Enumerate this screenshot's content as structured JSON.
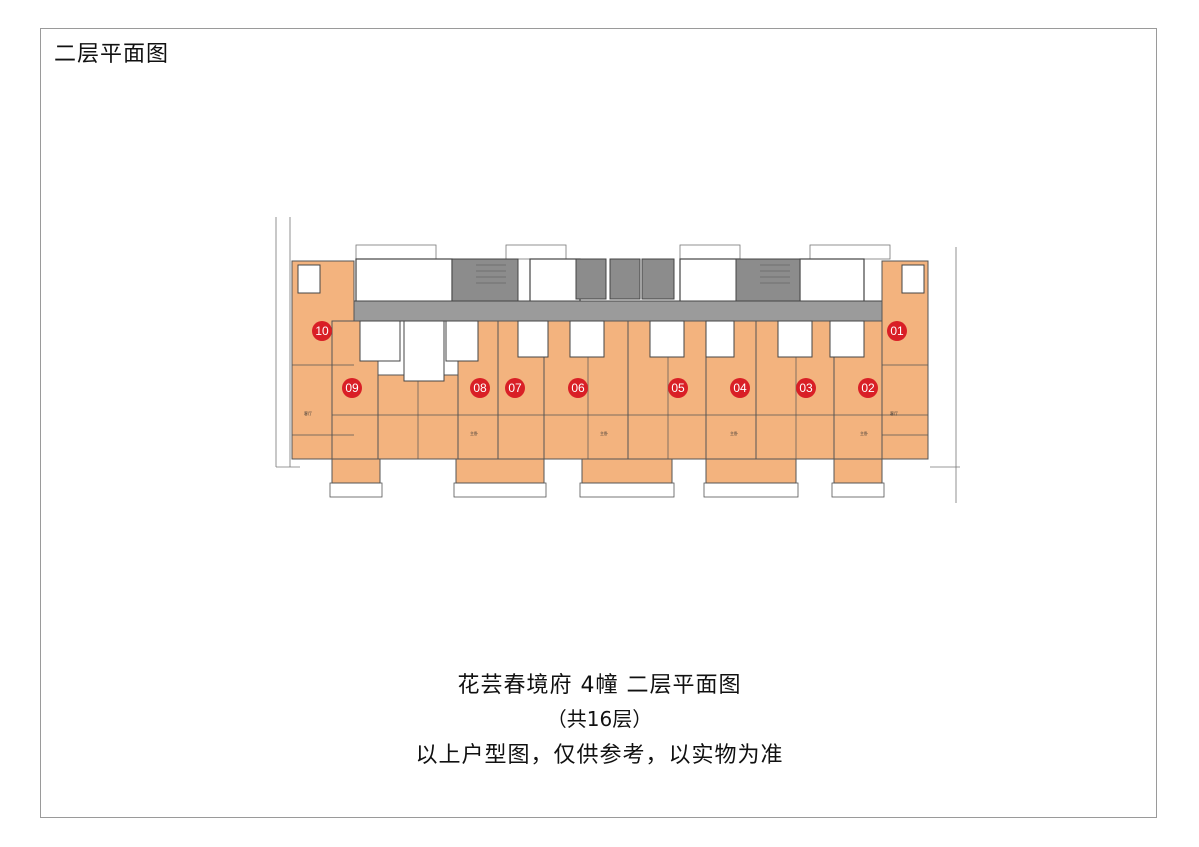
{
  "page_title": "二层平面图",
  "captions": {
    "line1": "花芸春境府  4幢  二层平面图",
    "line2": "（共16层）",
    "line3": "以上户型图，仅供参考，以实物为准"
  },
  "units": [
    "10",
    "09",
    "08",
    "07",
    "06",
    "05",
    "04",
    "03",
    "02",
    "01"
  ],
  "colors": {
    "unit_fill": "#f3b37e",
    "corridor": "#9b9b9b",
    "wall": "#4a4a4a",
    "badge": "#d91f26",
    "frame": "#9a9a9a"
  }
}
